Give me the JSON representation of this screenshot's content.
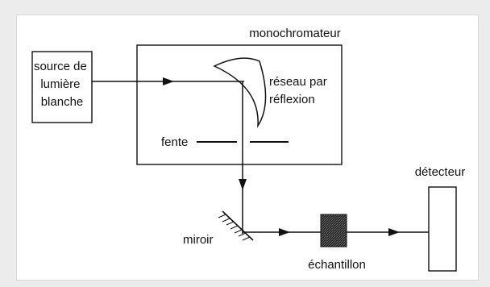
{
  "diagram": {
    "source_label": [
      "source de",
      "lumière",
      "blanche"
    ],
    "monochromator_label": "monochromateur",
    "grating_label": [
      "réseau par",
      "réflexion"
    ],
    "slit_label": "fente",
    "mirror_label": "miroir",
    "sample_label": "échantillon",
    "detector_label": "détecteur"
  }
}
